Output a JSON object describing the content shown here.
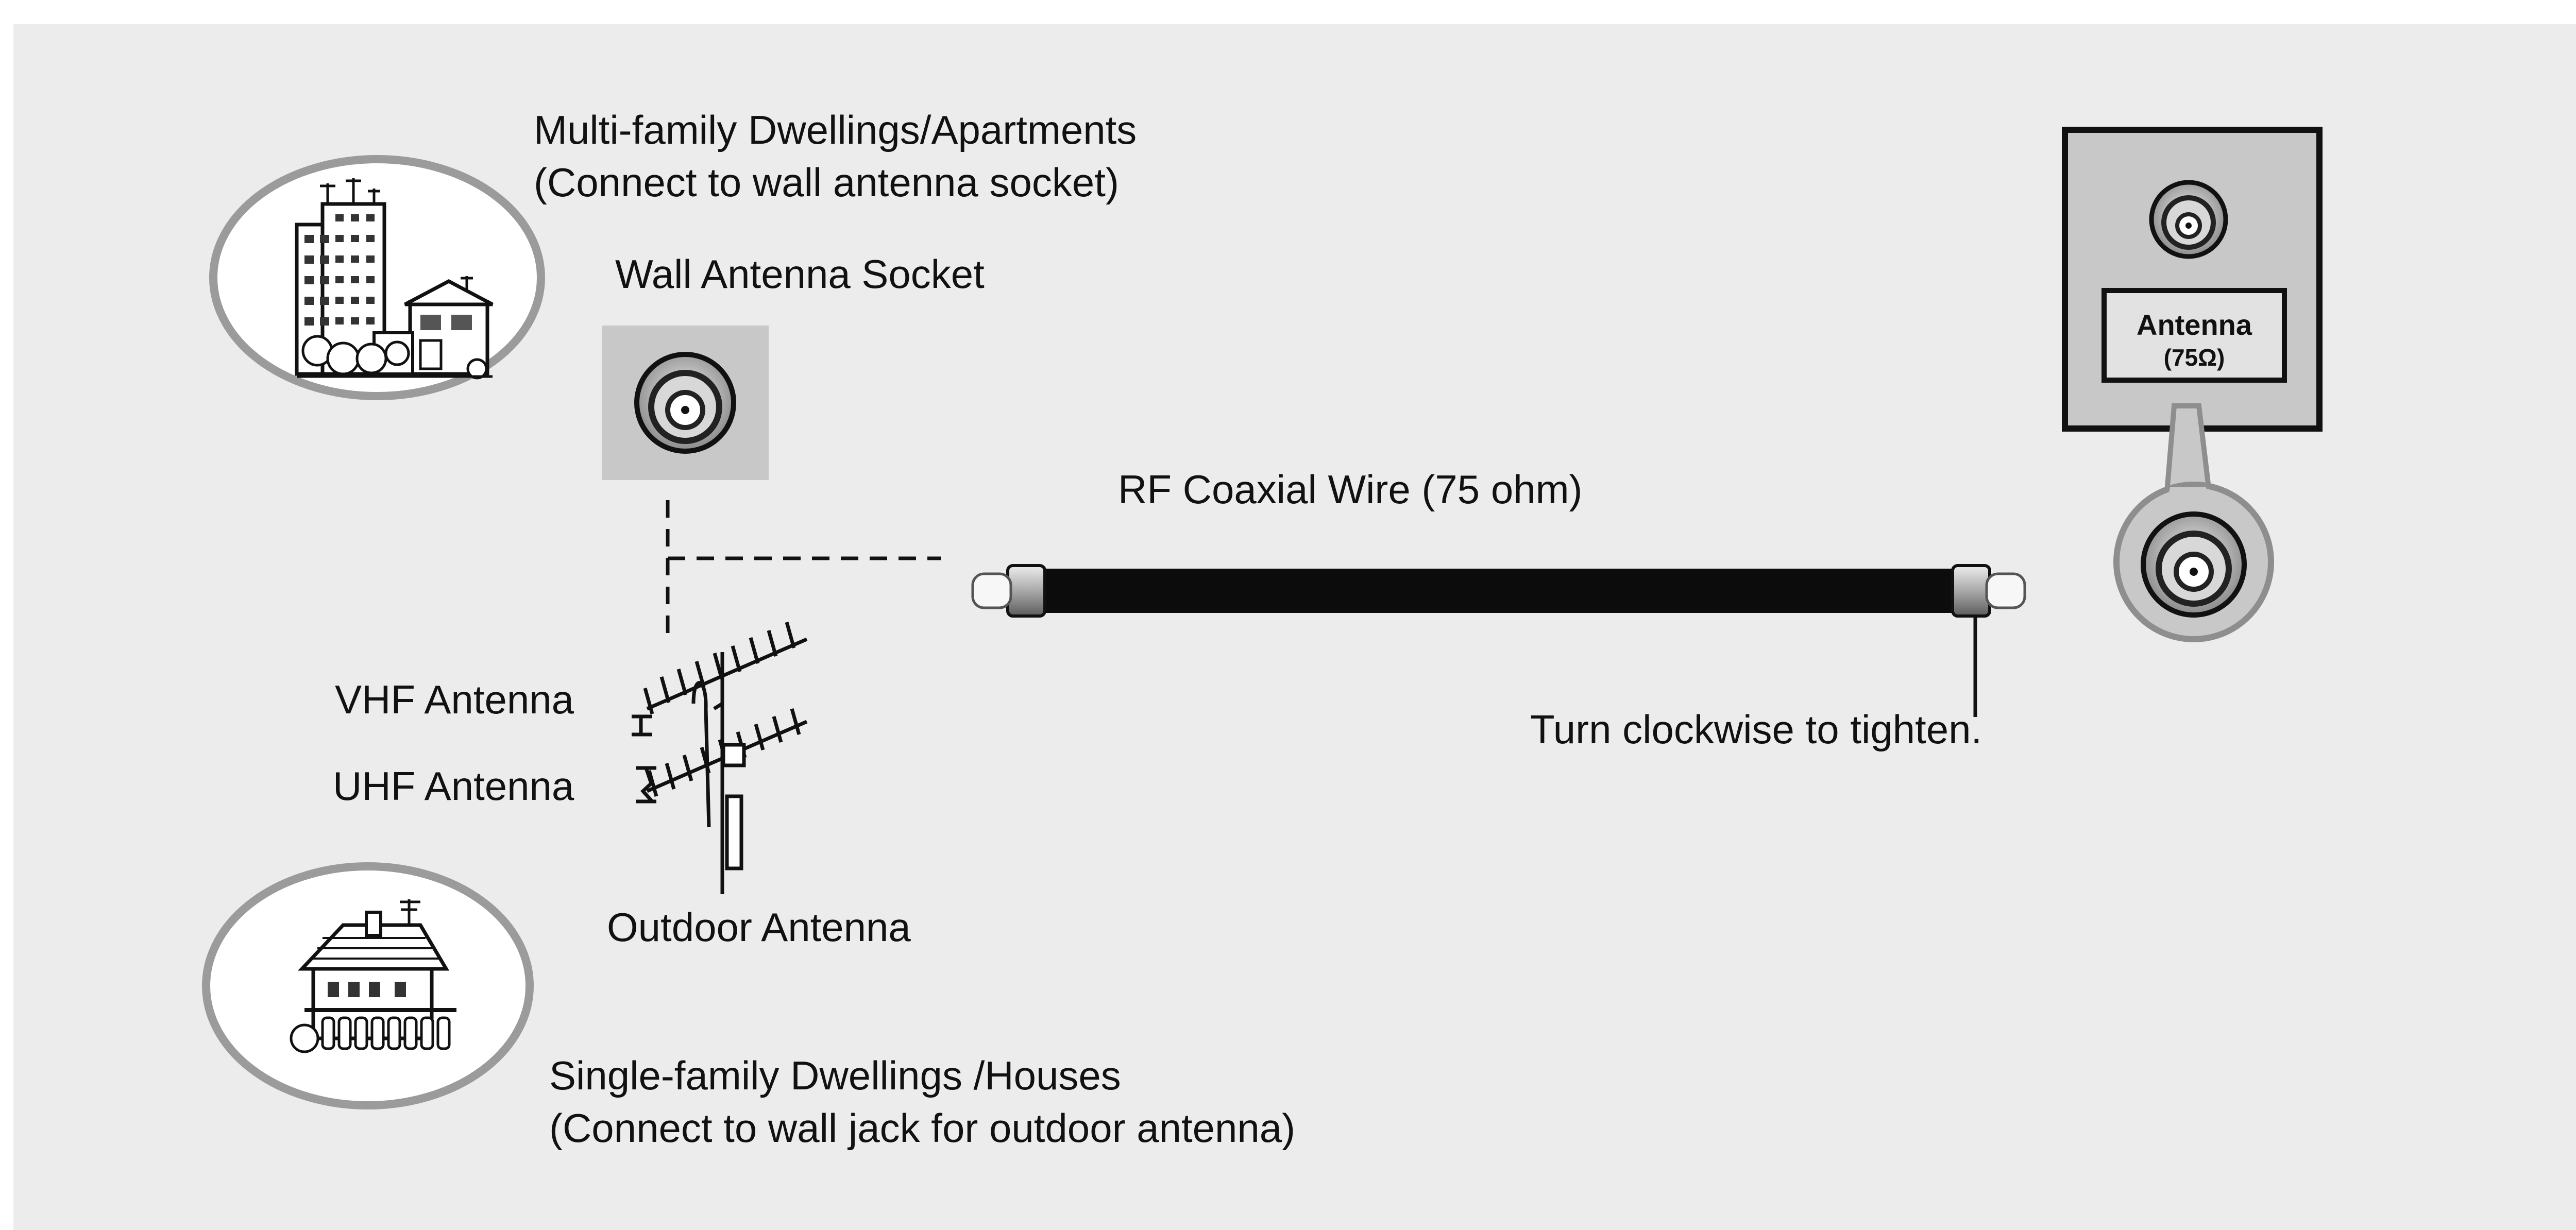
{
  "labels": {
    "multi_family_title": "Multi-family Dwellings/Apartments",
    "multi_family_note": "(Connect to wall antenna socket)",
    "wall_socket": "Wall Antenna Socket",
    "rf_wire": "RF Coaxial Wire (75 ohm)",
    "vhf_antenna": "VHF Antenna",
    "uhf_antenna": "UHF Antenna",
    "outdoor_antenna": "Outdoor Antenna",
    "tighten": "Turn clockwise to tighten.",
    "single_family_title": "Single-family Dwellings /Houses",
    "single_family_note": "(Connect to wall jack for outdoor antenna)"
  },
  "tv_panel": {
    "port_label": "Antenna",
    "port_sublabel": "(75Ω)"
  },
  "colors": {
    "background": "#ececec",
    "panel_gray": "#c8c8c8",
    "cable": "#0c0c0c",
    "line": "#111111"
  },
  "icons": [
    "apartment-building-icon",
    "house-icon",
    "outdoor-antenna-icon",
    "coax-connector-icon"
  ]
}
